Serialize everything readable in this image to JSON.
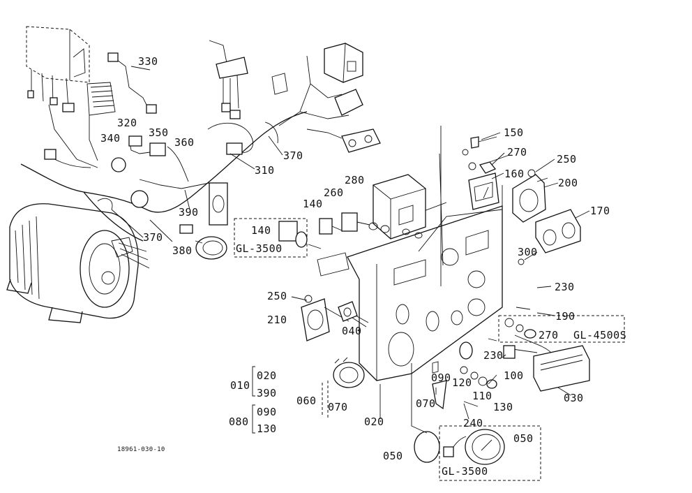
{
  "labels": {
    "p150": "150",
    "p270a": "270",
    "p250a": "250",
    "p160": "160",
    "p200": "200",
    "p170": "170",
    "p280": "280",
    "p260": "260",
    "p140a": "140",
    "p140b": "140",
    "gl3500a": "GL-3500",
    "p330": "330",
    "p320": "320",
    "p350": "350",
    "p340": "340",
    "p360": "360",
    "p370a": "370",
    "p310": "310",
    "p390": "390",
    "p370b": "370",
    "p380": "380",
    "p300": "300",
    "p230a": "230",
    "p190": "190",
    "p270b": "270",
    "gl4500s": "GL-4500S",
    "p250b": "250",
    "p210": "210",
    "p040": "040",
    "p230b": "230",
    "p100": "100",
    "p120": "120",
    "p090a": "090",
    "p110": "110",
    "p130a": "130",
    "p070a": "070",
    "p240": "240",
    "p030": "030",
    "p010": "010",
    "p020a": "020",
    "p390b": "390",
    "p060": "060",
    "p070b": "070",
    "p080": "080",
    "p090b": "090",
    "p130b": "130",
    "p020b": "020",
    "p050a": "050",
    "p050b": "050",
    "gl3500b": "GL-3500",
    "footer_code": "18961-030-10"
  }
}
